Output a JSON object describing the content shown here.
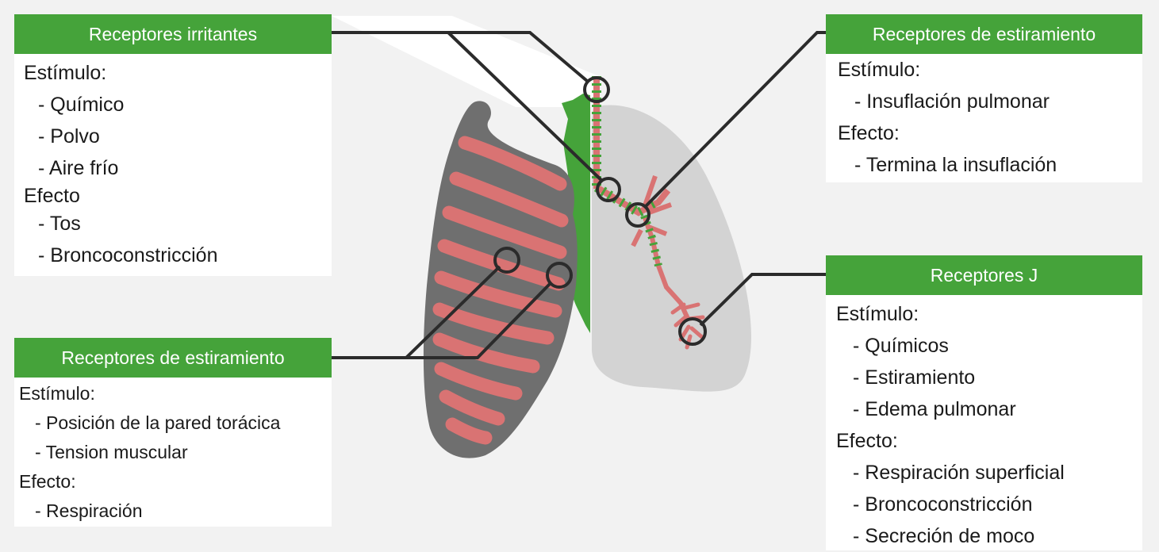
{
  "colors": {
    "header_green": "#45a33a",
    "rib_red": "#d97373",
    "rib_gray": "#6f6f6f",
    "lung_gray": "#d3d3d3",
    "line": "#2b2b2b"
  },
  "boxes": {
    "irritant": {
      "title": "Receptores irritantes",
      "stimulus_heading": "Estímulo:",
      "stimulus_items": [
        "- Químico",
        "- Polvo",
        "- Aire frío"
      ],
      "effect_heading": "Efecto",
      "effect_items": [
        "- Tos",
        "- Broncoconstricción"
      ]
    },
    "stretch_chest": {
      "title": "Receptores de estiramiento",
      "stimulus_heading": "Estímulo:",
      "stimulus_items": [
        "- Posición de la pared torácica",
        "- Tension muscular"
      ],
      "effect_heading": "Efecto:",
      "effect_items": [
        "- Respiración"
      ]
    },
    "stretch_lung": {
      "title": "Receptores de estiramiento",
      "stimulus_heading": "Estímulo:",
      "stimulus_items": [
        "- Insuflación pulmonar"
      ],
      "effect_heading": "Efecto:",
      "effect_items": [
        "- Termina la insuflación"
      ]
    },
    "j_receptors": {
      "title": "Receptores J",
      "stimulus_heading": "Estímulo:",
      "stimulus_items": [
        "- Químicos",
        "- Estiramiento",
        "- Edema pulmonar"
      ],
      "effect_heading": "Efecto:",
      "effect_items": [
        "- Respiración superficial",
        "- Broncoconstricción",
        "- Secreción de moco"
      ]
    }
  }
}
